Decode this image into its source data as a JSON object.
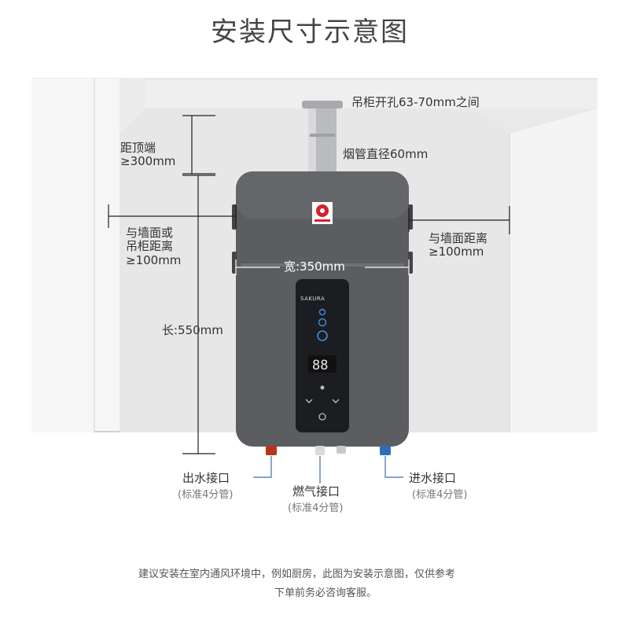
{
  "title": "安装尺寸示意图",
  "labels": {
    "cabinet_hole": "吊柜开孔63-70mm之间",
    "flue_diameter": "烟管直径60mm",
    "top_distance_line1": "距顶端",
    "top_distance_line2": "≥300mm",
    "left_wall_line1": "与墙面或",
    "left_wall_line2": "吊柜距离",
    "left_wall_line3": "≥100mm",
    "right_wall_line1": "与墙面距离",
    "right_wall_line2": "≥100mm",
    "width": "宽:350mm",
    "length": "长:550mm",
    "water_out": "出水接口",
    "water_out_sub": "(标准4分管)",
    "gas_in": "燃气接口",
    "gas_in_sub": "(标准4分管)",
    "water_in": "进水接口",
    "water_in_sub": "(标准4分管)"
  },
  "device": {
    "brand": "SAKURA",
    "display_digits": "88"
  },
  "notes": {
    "line1": "建议安装在室内通风环境中，例如厨房，此图为安装示意图，仅供参考",
    "line2": "下单前务必咨询客服。"
  },
  "colors": {
    "wall": "#e6e6e6",
    "ceiling": "#ececec",
    "heater": "#5b5d60",
    "panel": "#1c1d20",
    "brand_red": "#d6212b",
    "dim_line": "#222222"
  }
}
